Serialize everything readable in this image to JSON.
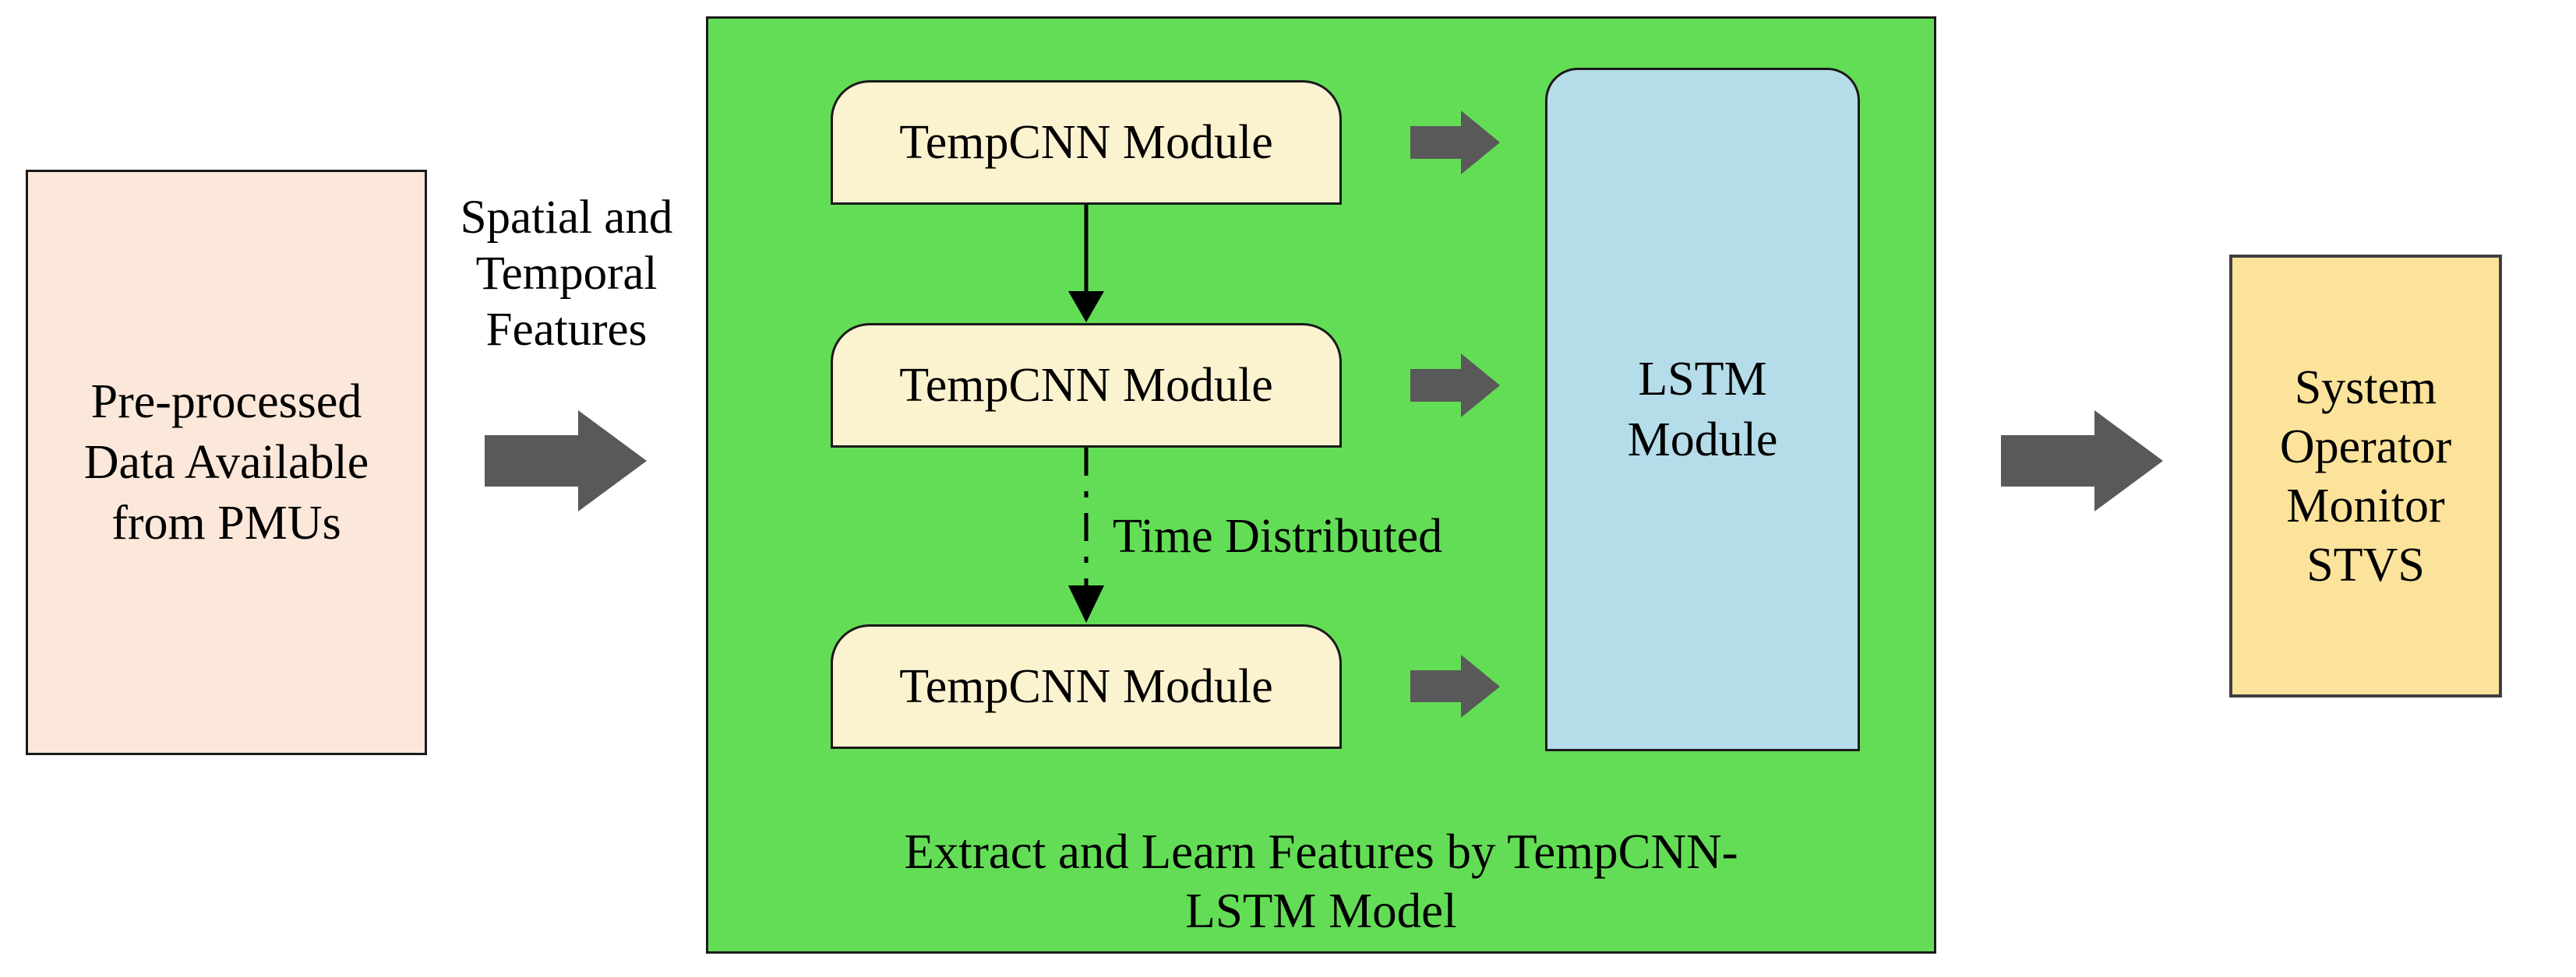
{
  "diagram": {
    "source_box": {
      "lines": [
        "Pre-processed",
        "Data Available",
        "from PMUs"
      ]
    },
    "flow_label": {
      "lines": [
        "Spatial and",
        "Temporal",
        "Features"
      ]
    },
    "container": {
      "tempcnn_modules": [
        "TempCNN Module",
        "TempCNN Module",
        "TempCNN Module"
      ],
      "connector_label": "Time Distributed",
      "lstm_box": {
        "lines": [
          "LSTM",
          "Module"
        ]
      },
      "caption_lines": [
        "Extract and Learn Features by TempCNN-",
        "LSTM Model"
      ]
    },
    "output_box": {
      "lines": [
        "System",
        "Operator",
        "Monitor",
        "STVS"
      ]
    }
  },
  "colors": {
    "pink": "#FBE8DA",
    "green": "#63DD56",
    "cream": "#FBF2CF",
    "blue": "#B5DCE9",
    "yellow": "#FCE39B",
    "gray": "#595959",
    "border": "#1a1a1a"
  }
}
